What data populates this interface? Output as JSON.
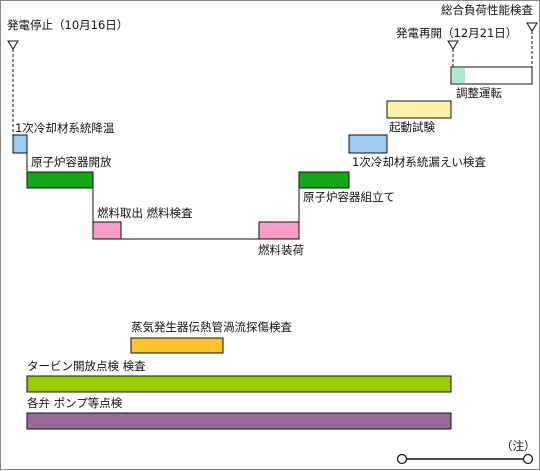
{
  "milestones": {
    "stop": "発電停止（10月16日）",
    "restart": "発電再開（12月21日）",
    "final_check": "総合負荷性能検査"
  },
  "steps": {
    "cooldown": "1次冷却材系統降温",
    "vessel_open": "原子炉容器開放",
    "fuel_inspect": "燃料取出 燃料検査",
    "fuel_load": "燃料装荷",
    "vessel_assemble": "原子炉容器組立て",
    "leak_check": "1次冷却材系統漏えい検査",
    "startup_test": "起動試験",
    "adjust_run": "調整運転"
  },
  "parallel": {
    "sg_tube_inspect": "蒸気発生器伝熱管渦流探傷検査",
    "turbine_inspect": "タービン開放点検 検査",
    "valve_pump_inspect": "各弁 ポンプ等点検"
  },
  "note": "（注）",
  "colors": {
    "blue": "#9ecbf2",
    "green": "#14a619",
    "pink": "#f79dc9",
    "yellow": "#fff3a8",
    "mint": "#aee8cf",
    "orange": "#fdc22f",
    "lime": "#99cc00",
    "purple": "#9b6a9b"
  }
}
